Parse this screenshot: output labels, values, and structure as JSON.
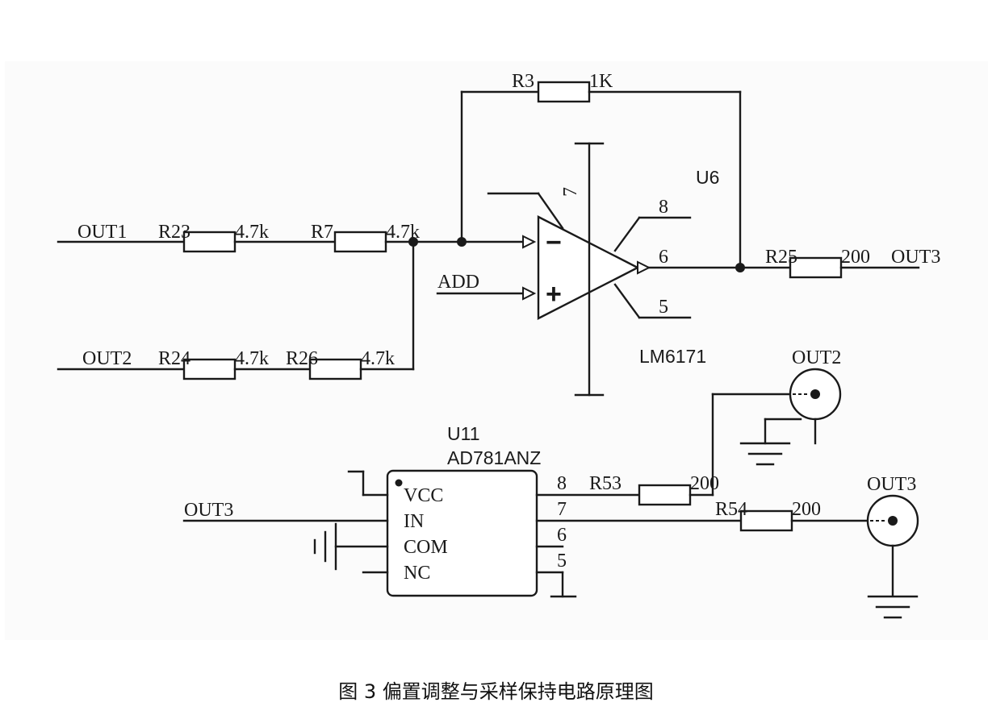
{
  "caption": "图 3 偏置调整与采样保持电路原理图",
  "opamp": {
    "designator": "U6",
    "part": "LM6171",
    "pin_top": "7",
    "pin_out": "6",
    "pin_8": "8",
    "pin_5": "5",
    "minus": "−",
    "plus": "+",
    "noninv_net": "ADD"
  },
  "nets": {
    "out1": "OUT1",
    "out2": "OUT2",
    "out3": "OUT3",
    "out3_in": "OUT3"
  },
  "resistors": {
    "r23": {
      "ref": "R23",
      "value": "4.7k"
    },
    "r7": {
      "ref": "R7",
      "value": "4.7k"
    },
    "r24": {
      "ref": "R24",
      "value": "4.7k"
    },
    "r26": {
      "ref": "R26",
      "value": "4.7k"
    },
    "r3": {
      "ref": "R3",
      "value": "1K"
    },
    "r25": {
      "ref": "R25",
      "value": "200"
    },
    "r53": {
      "ref": "R53",
      "value": "200"
    },
    "r54": {
      "ref": "R54",
      "value": "200"
    }
  },
  "shc": {
    "designator": "U11",
    "part": "AD781ANZ",
    "pins_left": [
      "VCC",
      "IN",
      "COM",
      "NC"
    ],
    "pins_right": [
      "8",
      "7",
      "6",
      "5"
    ]
  },
  "connectors": {
    "out2": "OUT2",
    "out3": "OUT3"
  }
}
